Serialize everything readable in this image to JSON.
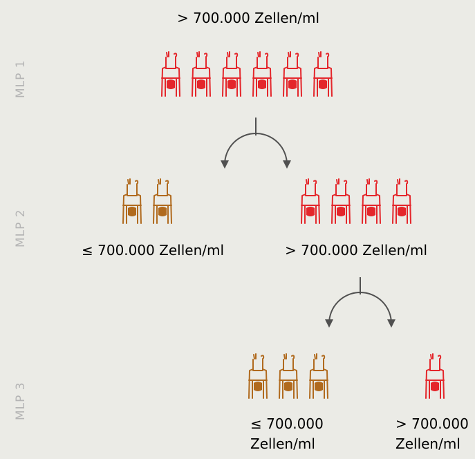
{
  "rows": [
    {
      "label": "MLP 1",
      "groups": [
        {
          "count": 6,
          "status": "high",
          "caption": "> 700.000 Zellen/ml"
        }
      ]
    },
    {
      "label": "MLP 2",
      "groups": [
        {
          "count": 2,
          "status": "low",
          "caption": "≤ 700.000 Zellen/ml"
        },
        {
          "count": 4,
          "status": "high",
          "caption": "> 700.000 Zellen/ml"
        }
      ]
    },
    {
      "label": "MLP 3",
      "groups": [
        {
          "count": 3,
          "status": "low",
          "caption_line1": "≤ 700.000",
          "caption_line2": "Zellen/ml"
        },
        {
          "count": 1,
          "status": "high",
          "caption_line1": "> 700.000",
          "caption_line2": "Zellen/ml"
        }
      ]
    }
  ],
  "colors": {
    "high": "#e4262b",
    "low": "#b06a1e",
    "connector": "#505050",
    "row_label": "#b5b5b5"
  },
  "icons": {
    "cow": "cow-icon",
    "connector": "split-arrow-icon"
  }
}
